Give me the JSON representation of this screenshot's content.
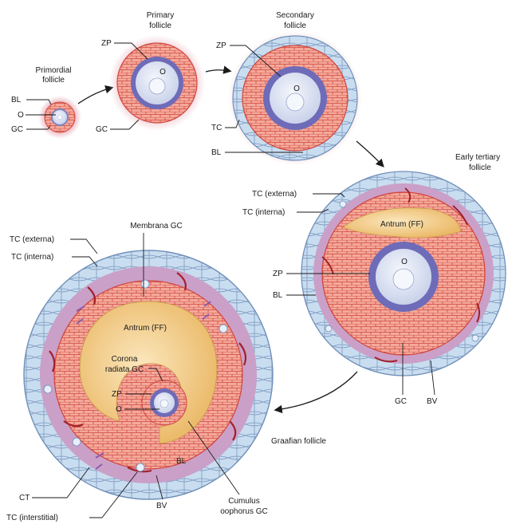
{
  "stages": {
    "primordial": {
      "title_line1": "Primordial",
      "title_line2": "follicle"
    },
    "primary": {
      "title_line1": "Primary",
      "title_line2": "follicle"
    },
    "secondary": {
      "title_line1": "Secondary",
      "title_line2": "follicle"
    },
    "early_tertiary": {
      "title_line1": "Early tertiary",
      "title_line2": "follicle"
    },
    "graafian": {
      "title": "Graafian follicle"
    }
  },
  "labels": {
    "bl": "BL",
    "o": "O",
    "gc": "GC",
    "zp": "ZP",
    "tc": "TC",
    "tc_externa": "TC (externa)",
    "tc_interna": "TC (interna)",
    "tc_interstitial": "TC (interstitial)",
    "antrum": "Antrum (FF)",
    "bv": "BV",
    "ct": "CT",
    "membrana_gc": "Membrana GC",
    "corona_line1": "Corona",
    "corona_line2": "radiata GC",
    "cumulus_line1": "Cumulus",
    "cumulus_line2": "oophorus GC"
  },
  "colors": {
    "granulosa_fill": "#f4a89a",
    "granulosa_stroke": "#d0443c",
    "theca_fill": "#c9ddf0",
    "theca_stroke": "#6f8fb8",
    "theca_interna": "#caa0c8",
    "zona_pellucida": "#6e6cb8",
    "oocyte": "#dfe6f4",
    "nucleus": "#f4f7fc",
    "antrum": "#f1c878",
    "vessel": "#a2202a",
    "glow": "#eec4cd"
  }
}
